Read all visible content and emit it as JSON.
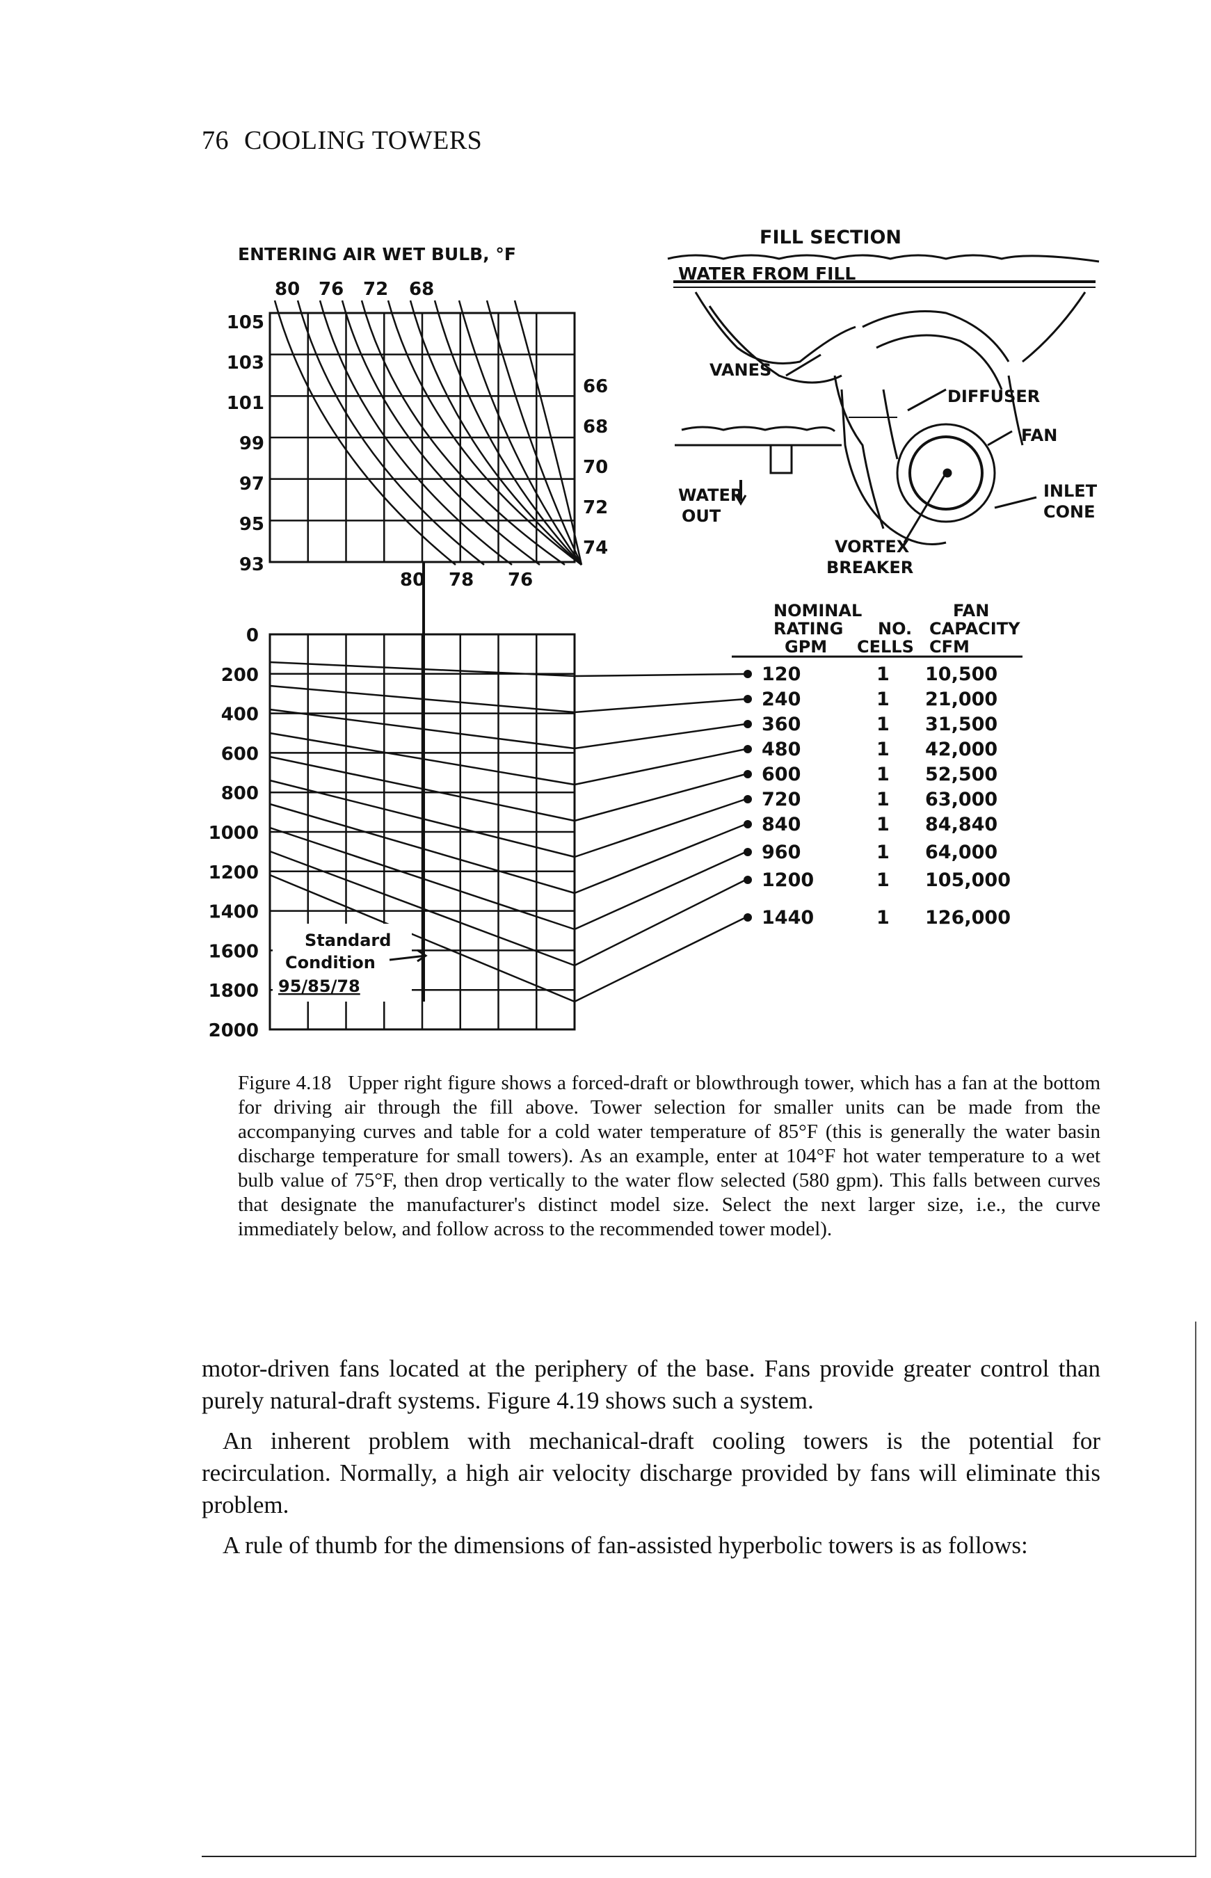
{
  "page": {
    "number": "76",
    "running_head": "COOLING TOWERS"
  },
  "figure": {
    "chart_title": "ENTERING AIR WET BULB, °F",
    "wet_bulb_top_labels": [
      "80",
      "76",
      "72",
      "68"
    ],
    "hot_water_labels": [
      "105",
      "103",
      "101",
      "99",
      "97",
      "95",
      "93"
    ],
    "wet_bulb_right_labels": [
      "66",
      "68",
      "70",
      "72",
      "74"
    ],
    "wet_bulb_bottom_labels": [
      "80",
      "78",
      "76"
    ],
    "flow_labels": [
      "0",
      "200",
      "400",
      "600",
      "800",
      "1000",
      "1200",
      "1400",
      "1600",
      "1800",
      "2000"
    ],
    "standard_condition": [
      "Standard",
      "Condition",
      "95/85/78"
    ],
    "diagram": {
      "title": "FILL SECTION",
      "water_from_fill": "WATER FROM FILL",
      "vanes": "VANES",
      "diffuser": "DIFFUSER",
      "fan": "FAN",
      "water_out": [
        "WATER",
        "OUT"
      ],
      "inlet_cone": [
        "INLET",
        "CONE"
      ],
      "vortex_breaker": [
        "VORTEX",
        "BREAKER"
      ]
    },
    "table": {
      "headers": [
        [
          "NOMINAL",
          "RATING",
          "GPM"
        ],
        [
          "NO.",
          "CELLS"
        ],
        [
          "FAN",
          "CAPACITY",
          "CFM"
        ]
      ],
      "rows": [
        {
          "gpm": "120",
          "cells": "1",
          "cfm": "10,500"
        },
        {
          "gpm": "240",
          "cells": "1",
          "cfm": "21,000"
        },
        {
          "gpm": "360",
          "cells": "1",
          "cfm": "31,500"
        },
        {
          "gpm": "480",
          "cells": "1",
          "cfm": "42,000"
        },
        {
          "gpm": "600",
          "cells": "1",
          "cfm": "52,500"
        },
        {
          "gpm": "720",
          "cells": "1",
          "cfm": "63,000"
        },
        {
          "gpm": "840",
          "cells": "1",
          "cfm": "84,840"
        },
        {
          "gpm": "960",
          "cells": "1",
          "cfm": "64,000"
        },
        {
          "gpm": "1200",
          "cells": "1",
          "cfm": "105,000"
        },
        {
          "gpm": "1440",
          "cells": "1",
          "cfm": "126,000"
        }
      ]
    }
  },
  "caption": {
    "label": "Figure 4.18",
    "text": "Upper right figure shows a forced-draft or blowthrough tower, which has a fan at the bottom for driving air through the fill above. Tower selection for smaller units can be made from the accompanying curves and table for a cold water temperature of 85°F (this is generally the water basin discharge temperature for small towers). As an example, enter at 104°F hot water temperature to a wet bulb value of 75°F, then drop vertically to the water flow selected (580 gpm). This falls between curves that designate the manufacturer's distinct model size. Select the next larger size, i.e., the curve immediately below, and follow across to the recommended tower model)."
  },
  "body": {
    "paragraphs": [
      "motor-driven fans located at the periphery of the base. Fans provide greater control than purely natural-draft systems. Figure 4.19 shows such a system.",
      "An inherent problem with mechanical-draft cooling towers is the potential for recirculation. Normally, a high air velocity discharge provided by fans will eliminate this problem.",
      "A rule of thumb for the dimensions of fan-assisted hyperbolic towers is as follows:"
    ]
  }
}
